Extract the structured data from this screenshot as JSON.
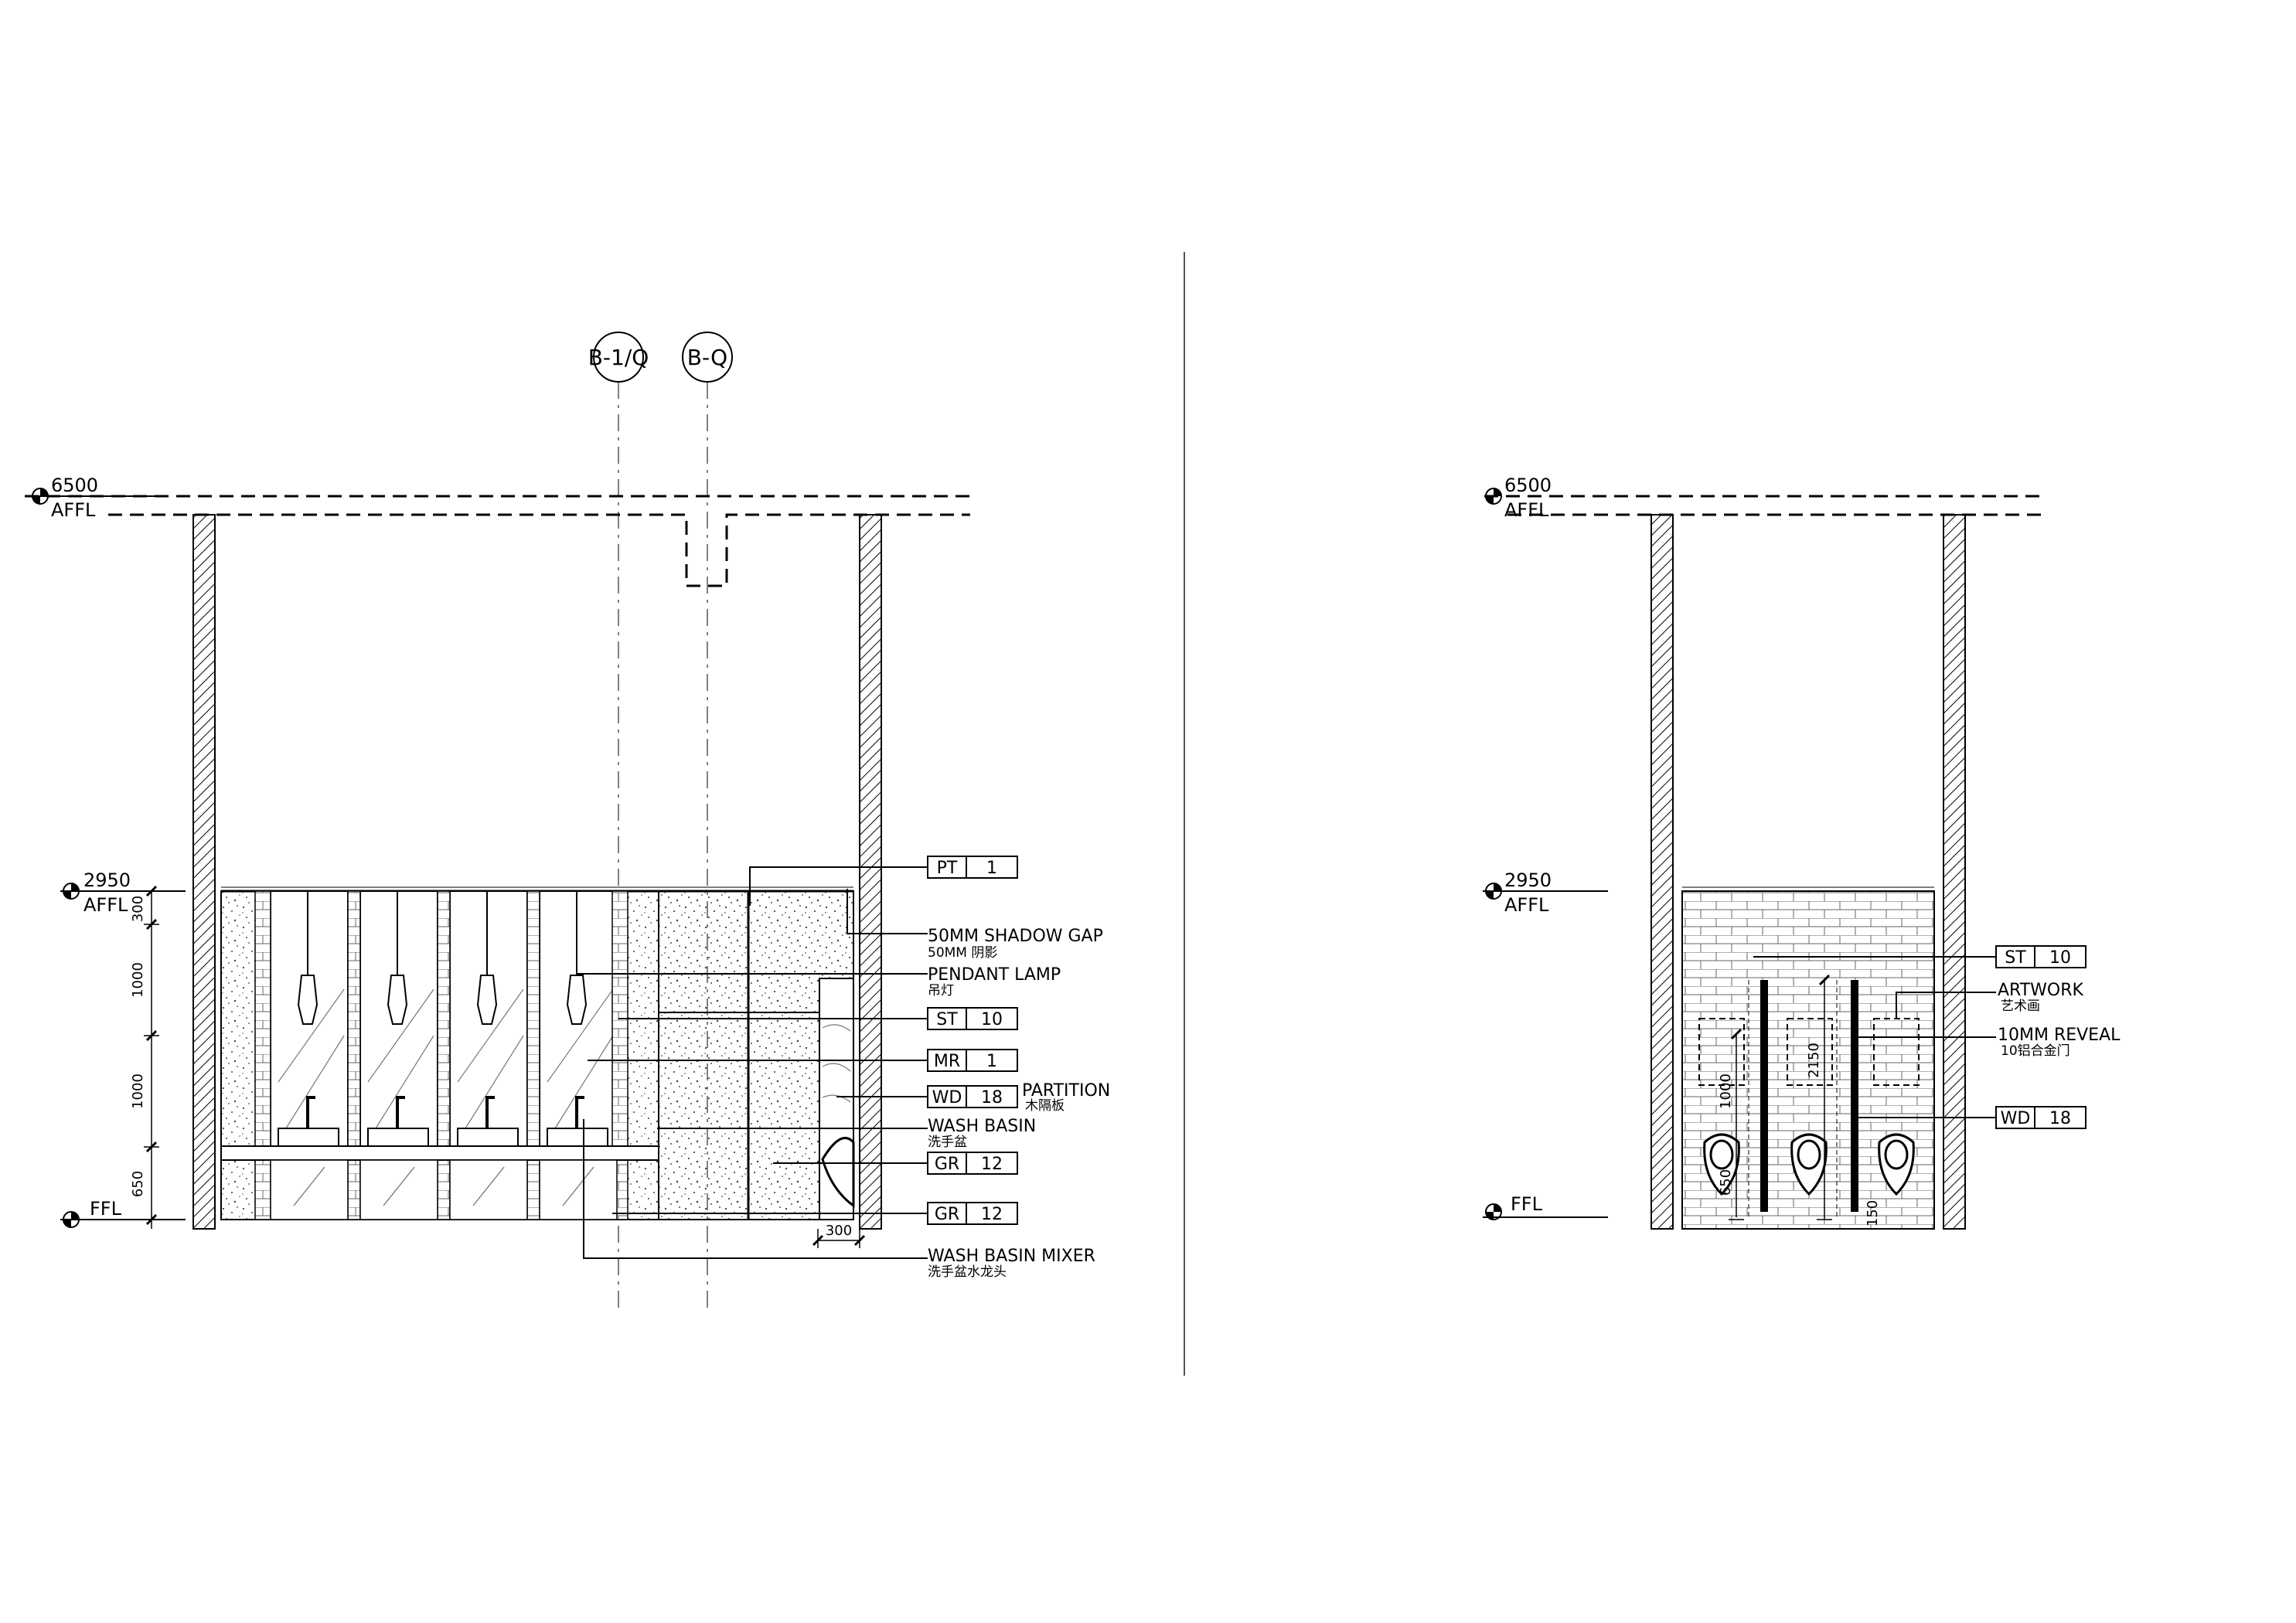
{
  "levels": {
    "ceiling_value": "6500",
    "ceiling_ref": "AFFL",
    "mid_value": "2950",
    "mid_ref": "AFFL",
    "floor_value": "FFL"
  },
  "grid_bubbles": [
    "B-1/Q",
    "B-Q"
  ],
  "left_dims": {
    "d1": "300",
    "d2": "1000",
    "d3": "1000",
    "d4": "650",
    "bottom": "300"
  },
  "left_tags": [
    {
      "code": "PT",
      "num": "1"
    },
    {
      "code": "ST",
      "num": "10"
    },
    {
      "code": "MR",
      "num": "1"
    },
    {
      "code": "WD",
      "num": "18"
    },
    {
      "code": "GR",
      "num": "12"
    },
    {
      "code": "GR",
      "num": "12"
    }
  ],
  "left_notes": [
    {
      "en": "50MM SHADOW GAP",
      "cn": "50MM 阴影"
    },
    {
      "en": "PENDANT LAMP",
      "cn": "吊灯"
    },
    {
      "en": "PARTITION",
      "cn": "木隔板"
    },
    {
      "en": "WASH BASIN",
      "cn": "洗手盆"
    },
    {
      "en": "WASH BASIN MIXER",
      "cn": "洗手盆水龙头"
    }
  ],
  "right_tags": [
    {
      "code": "ST",
      "num": "10"
    },
    {
      "code": "WD",
      "num": "18"
    }
  ],
  "right_notes": [
    {
      "en": "ARTWORK",
      "cn": "艺术画"
    },
    {
      "en": "10MM REVEAL",
      "cn": "10铝合金门"
    }
  ],
  "right_dims": {
    "h1": "1000",
    "h2": "2150",
    "h3": "650",
    "h4": "150"
  }
}
